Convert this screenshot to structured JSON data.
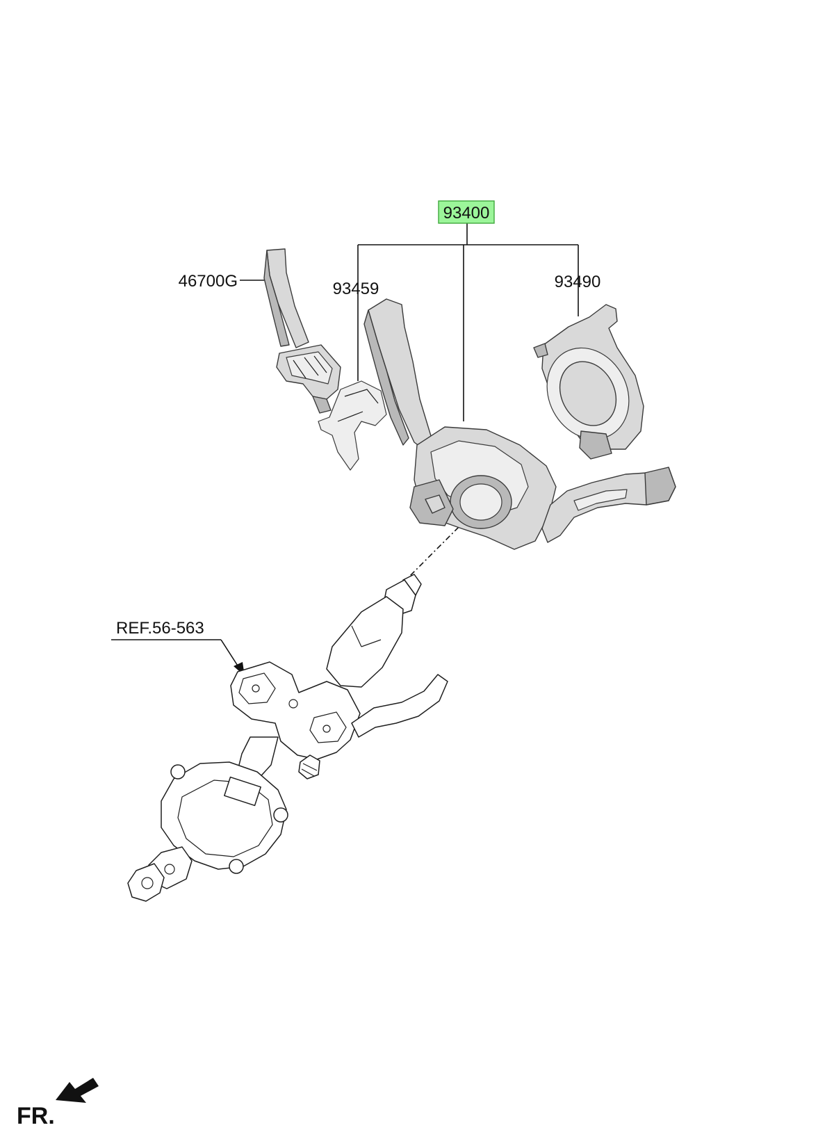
{
  "callouts": {
    "main_assembly": "93400",
    "paddle_shifter": "46700G",
    "bracket": "93459",
    "clock_spring": "93490",
    "column_ref": "REF.56-563"
  },
  "direction": {
    "label": "FR."
  },
  "colors": {
    "highlight_fill": "#9cf59a",
    "highlight_border": "#3fa83c",
    "line": "#111111",
    "part_fill": "#d9d9d9"
  }
}
